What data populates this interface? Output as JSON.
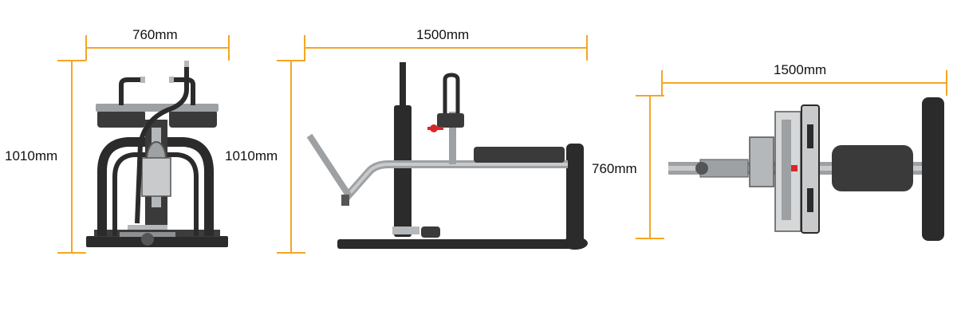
{
  "colors": {
    "dimension_line": "#F5A623",
    "frame": "#2b2b2b",
    "steel": "#b5b8bb",
    "pad": "#3a3a3a",
    "accent": "#d9262b"
  },
  "views": [
    {
      "name": "front",
      "width_label": "760mm",
      "height_label": "1010mm"
    },
    {
      "name": "side",
      "width_label": "1500mm",
      "height_label": "1010mm"
    },
    {
      "name": "top",
      "width_label": "1500mm",
      "height_label": "760mm"
    }
  ]
}
